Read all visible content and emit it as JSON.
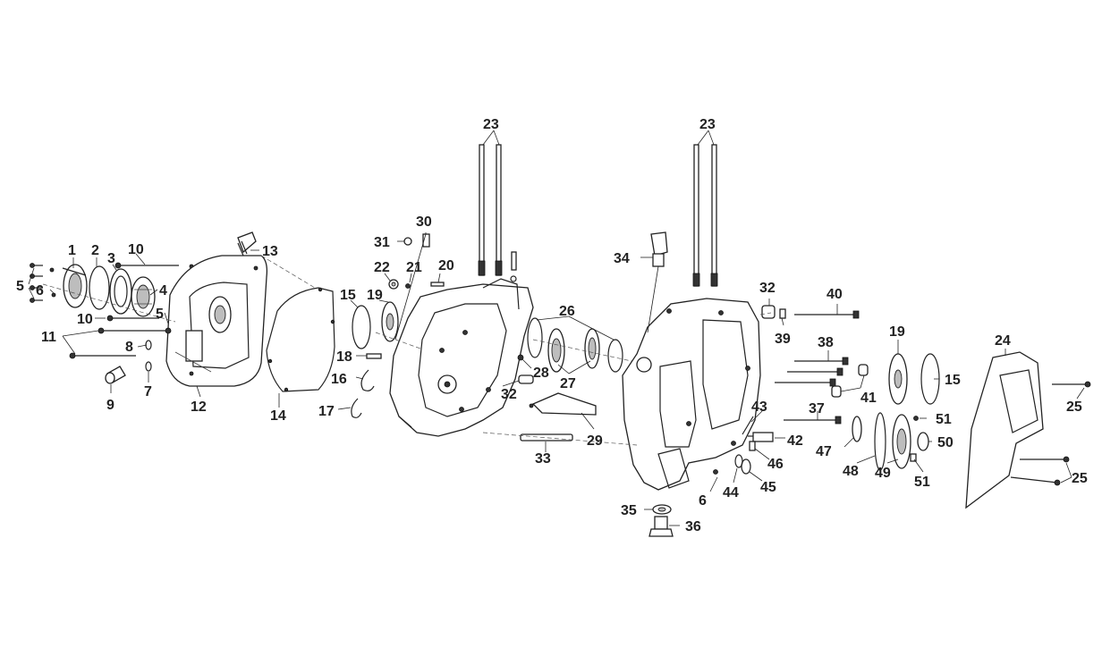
{
  "callouts": {
    "c1": "1",
    "c2": "2",
    "c3": "3",
    "c4": "4",
    "c5a": "5",
    "c5b": "5",
    "c6a": "6",
    "c6b": "6",
    "c7": "7",
    "c8": "8",
    "c9": "9",
    "c10a": "10",
    "c10b": "10",
    "c11": "11",
    "c12": "12",
    "c13": "13",
    "c14": "14",
    "c15a": "15",
    "c15b": "15",
    "c16": "16",
    "c17": "17",
    "c18": "18",
    "c19a": "19",
    "c19b": "19",
    "c20": "20",
    "c21": "21",
    "c22": "22",
    "c23a": "23",
    "c23b": "23",
    "c24": "24",
    "c25a": "25",
    "c25b": "25",
    "c26": "26",
    "c27": "27",
    "c28": "28",
    "c29": "29",
    "c30": "30",
    "c31": "31",
    "c32a": "32",
    "c32b": "32",
    "c33": "33",
    "c34": "34",
    "c35": "35",
    "c36": "36",
    "c37": "37",
    "c38": "38",
    "c39": "39",
    "c40": "40",
    "c41": "41",
    "c42": "42",
    "c43": "43",
    "c44": "44",
    "c45": "45",
    "c46": "46",
    "c47": "47",
    "c48": "48",
    "c49": "49",
    "c50": "50",
    "c51a": "51",
    "c51b": "51"
  }
}
